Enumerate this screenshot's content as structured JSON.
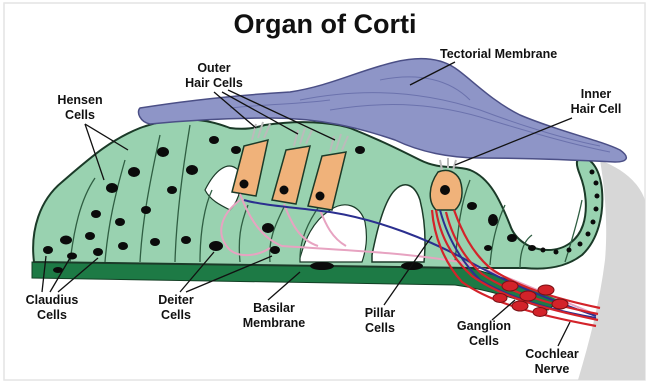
{
  "title": "Organ of Corti",
  "labels": {
    "tectorial_membrane": "Tectorial Membrane",
    "outer_hair_cells": [
      "Outer",
      "Hair Cells"
    ],
    "inner_hair_cell": [
      "Inner",
      "Hair Cell"
    ],
    "hensen_cells": [
      "Hensen",
      "Cells"
    ],
    "claudius_cells": [
      "Claudius",
      "Cells"
    ],
    "deiter_cells": [
      "Deiter",
      "Cells"
    ],
    "basilar_membrane": [
      "Basilar",
      "Membrane"
    ],
    "pillar_cells": [
      "Pillar",
      "Cells"
    ],
    "ganglion_cells": [
      "Ganglion",
      "Cells"
    ],
    "cochlear_nerve": [
      "Cochlear",
      "Nerve"
    ]
  },
  "colors": {
    "tissue": "#99d2b0",
    "tissue_outline": "#1b3a28",
    "nucleus": "#0b0b0b",
    "tectorial": "#8e95c7",
    "basilar": "#1d7a45",
    "hair_cell": "#f0b27a",
    "nerve_red": "#d3232a",
    "nerve_blue": "#2b2f8f",
    "nerve_pink": "#e7a3c1",
    "bone": "#d7d7d7"
  }
}
